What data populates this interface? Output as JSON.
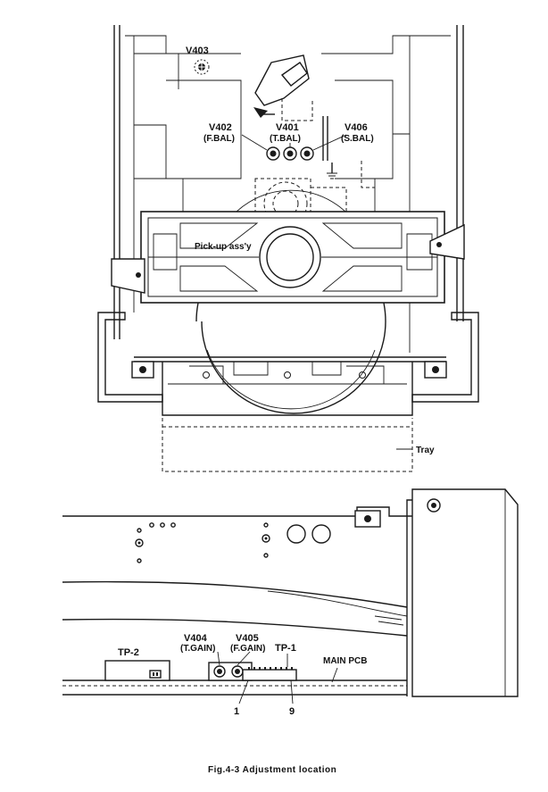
{
  "labels": {
    "v403": "V403",
    "v402": "V402",
    "v402_sub": "(F.BAL)",
    "v401": "V401",
    "v401_sub": "(T.BAL)",
    "v406": "V406",
    "v406_sub": "(S.BAL)",
    "pickup": "Pick-up ass'y",
    "tray": "Tray",
    "v404": "V404",
    "v404_sub": "(T.GAIN)",
    "v405": "V405",
    "v405_sub": "(F.GAIN)",
    "tp2": "TP-2",
    "tp1": "TP-1",
    "main_pcb": "MAIN PCB",
    "pin1": "1",
    "pin9": "9"
  },
  "caption": "Fig.4-3  Adjustment location"
}
